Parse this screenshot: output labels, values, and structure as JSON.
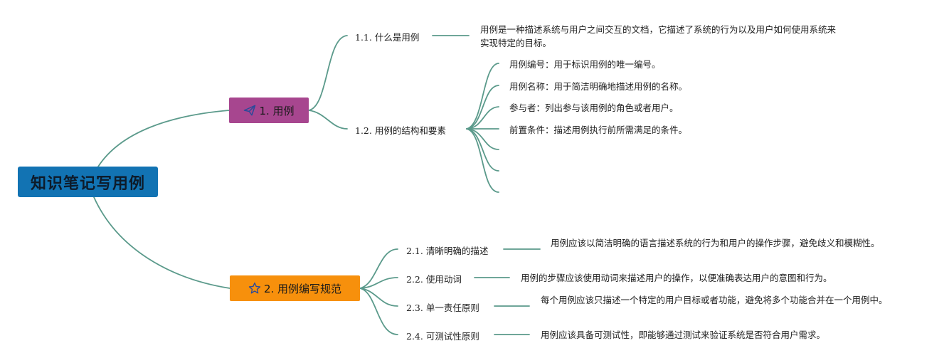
{
  "root": {
    "label": "知识笔记写用例"
  },
  "branches": [
    {
      "label": "1. 用例",
      "icon": "paper-plane-icon",
      "color": "#a7468f",
      "topics": [
        {
          "label": "1.1. 什么是用例",
          "details": [
            "用例是一种描述系统与用户之间交互的文档，它描述了系统的行为以及用户如何使用系统来实现特定的目标。"
          ]
        },
        {
          "label": "1.2. 用例的结构和要素",
          "details": [
            "用例编号：用于标识用例的唯一编号。",
            "用例名称：用于简洁明确地描述用例的名称。",
            "参与者：列出参与该用例的角色或者用户。",
            "前置条件：描述用例执行前所需满足的条件。"
          ]
        }
      ]
    },
    {
      "label": "2. 用例编写规范",
      "icon": "star-icon",
      "color": "#f7900c",
      "topics": [
        {
          "label": "2.1. 清晰明确的描述",
          "details": [
            "用例应该以简洁明确的语言描述系统的行为和用户的操作步骤，避免歧义和模糊性。"
          ]
        },
        {
          "label": "2.2. 使用动词",
          "details": [
            "用例的步骤应该使用动词来描述用户的操作，以便准确表达用户的意图和行为。"
          ]
        },
        {
          "label": "2.3. 单一责任原则",
          "details": [
            "每个用例应该只描述一个特定的用户目标或者功能，避免将多个功能合并在一个用例中。"
          ]
        },
        {
          "label": "2.4. 可测试性原则",
          "details": [
            "用例应该具备可测试性，即能够通过测试来验证系统是否符合用户需求。"
          ]
        }
      ]
    }
  ],
  "colors": {
    "connector": "#5b9a8b",
    "root": "#1273b3"
  }
}
